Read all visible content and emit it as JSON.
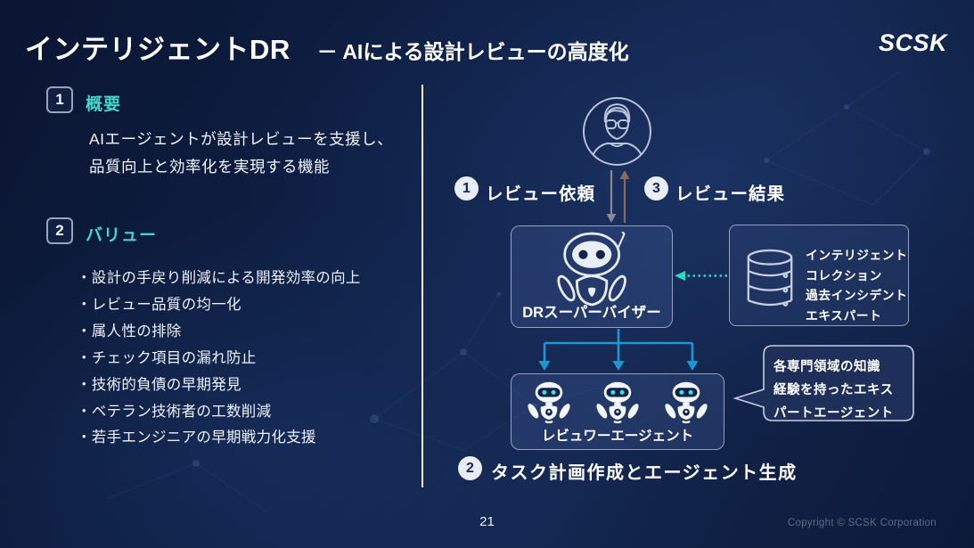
{
  "slide": {
    "title": "インテリジェントDR",
    "subtitle": "－ AIによる設計レビューの高度化",
    "logo": "SCSK",
    "page_number": "21",
    "copyright": "Copyright © SCSK Corporation"
  },
  "sections": {
    "overview": {
      "number": "1",
      "heading": "概要",
      "body_line1": "AIエージェントが設計レビューを支援し、",
      "body_line2": "品質向上と効率化を実現する機能"
    },
    "value": {
      "number": "2",
      "heading": "バリュー",
      "items": [
        "・設計の手戻り削減による開発効率の向上",
        "・レビュー品質の均一化",
        "・属人性の排除",
        "・チェック項目の漏れ防止",
        "・技術的負債の早期発見",
        "・ベテラン技術者の工数削減",
        "・若手エンジニアの早期戦力化支援"
      ]
    }
  },
  "diagram": {
    "step1": {
      "number": "1",
      "label": "レビュー依頼"
    },
    "step2": {
      "number": "2",
      "label": "タスク計画作成とエージェント生成"
    },
    "step3": {
      "number": "3",
      "label": "レビュー結果"
    },
    "supervisor": {
      "label": "DRスーパーバイザー"
    },
    "knowledge_store": {
      "line1": "インテリジェント",
      "line2": "コレクション",
      "line3": "過去インシデント",
      "line4": "エキスパート"
    },
    "reviewers": {
      "label": "レビュワーエージェント"
    },
    "callout": {
      "line1": "各専門領域の知識",
      "line2": "経験を持ったエキス",
      "line3": "パートエージェント"
    }
  },
  "colors": {
    "background_navy": "#0e1e42",
    "accent_teal": "#44d7c9",
    "arrow_blue": "#1d96d4",
    "arrow_teal_dotted": "#2ed9c3",
    "arrow_request_gray": "#8e8596",
    "arrow_result_brown": "#8a6a58",
    "robot_eye_teal": "#39e2d3"
  }
}
